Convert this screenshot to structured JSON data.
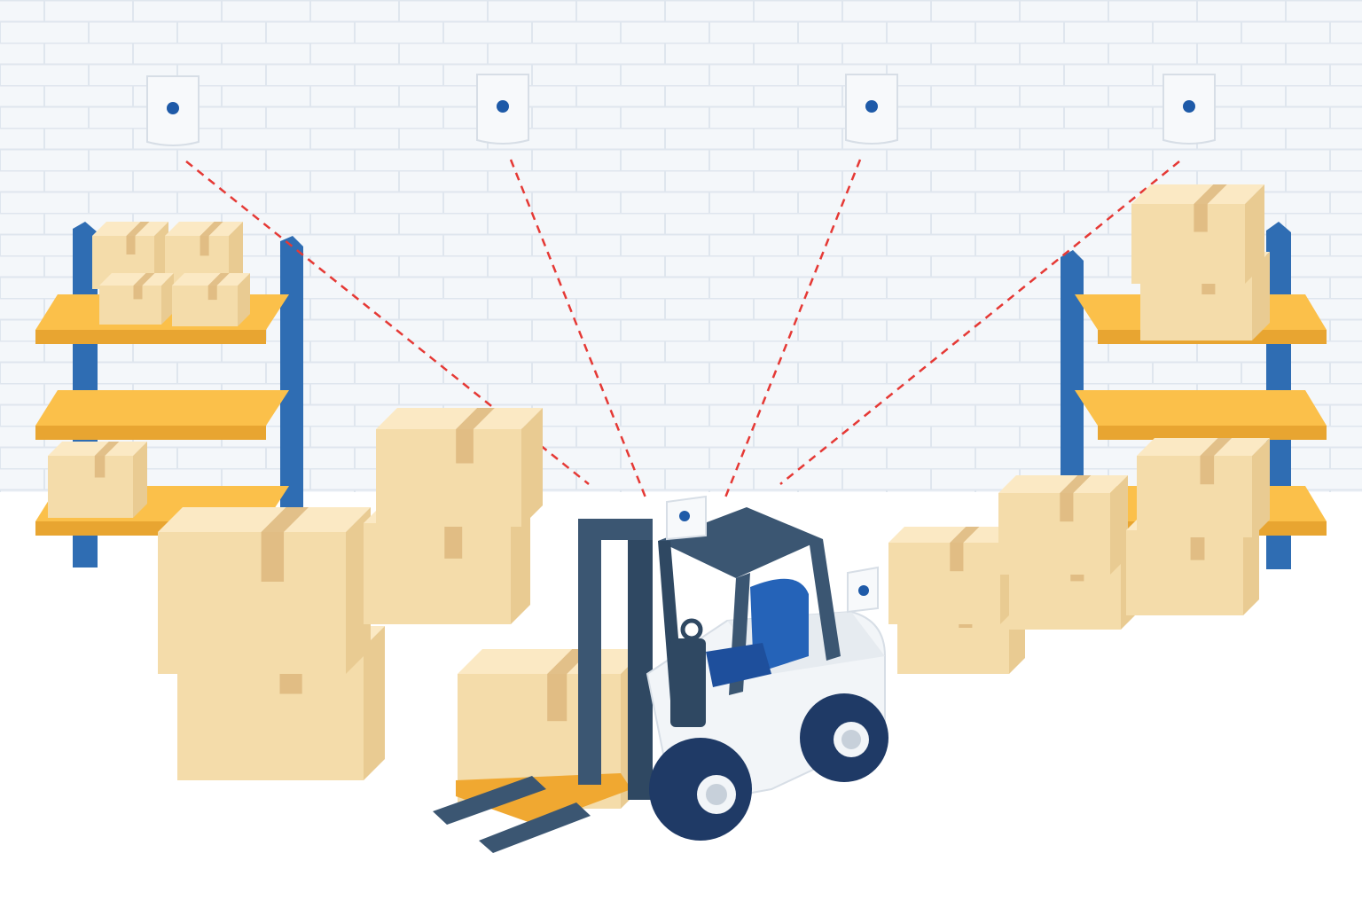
{
  "colors": {
    "wall": "#f4f7fa",
    "brick_line": "#dfe6ee",
    "floor": "#ffffff",
    "rack_post": "#2f6db3",
    "shelf": "#fbc04a",
    "shelf_edge": "#e8a531",
    "box_front": "#f4dcaa",
    "box_side": "#e9cb92",
    "box_top": "#fbe9c4",
    "box_tape": "#dcb57a",
    "forklift_dark": "#3b5672",
    "forklift_body": "#f2f5f8",
    "forklift_seat": "#2563b8",
    "tire": "#1f3a66",
    "sensor": "#f7f9fb",
    "sensor_dot": "#1e5aa8",
    "signal_line": "#e53935"
  },
  "icons": {
    "beacon": "wall-beacon-icon",
    "tag": "forklift-tag-icon",
    "vehicle": "forklift-icon",
    "storage": "pallet-rack-icon",
    "item": "cardboard-box-icon"
  },
  "beacons": [
    {
      "id": "beacon-1"
    },
    {
      "id": "beacon-2"
    },
    {
      "id": "beacon-3"
    },
    {
      "id": "beacon-4"
    }
  ]
}
